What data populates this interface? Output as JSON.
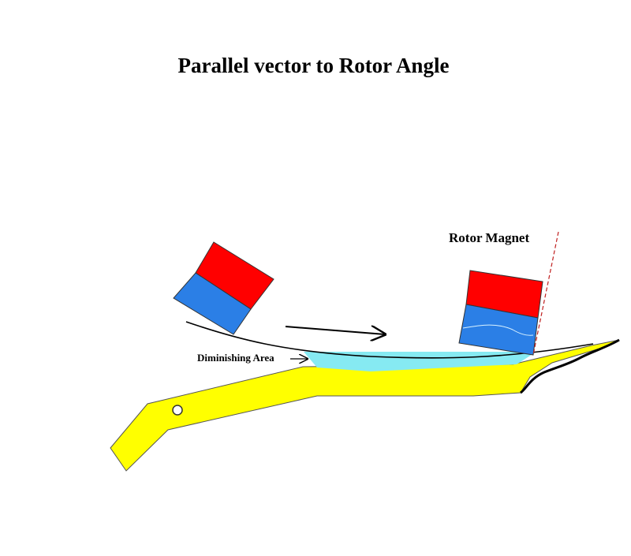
{
  "title": "Parallel vector to Rotor Angle",
  "labels": {
    "rotor_magnet": "Rotor Magnet",
    "diminishing_area": "Diminishing Area"
  },
  "colors": {
    "magnet_north": "#ff0000",
    "magnet_south": "#2b7fe6",
    "stator_track": "#ffff00",
    "diminishing_area": "#86eaf2",
    "rotor_angle_line": "#c02020"
  },
  "icons": {
    "direction": "right-arrow",
    "pivot": "pivot-hole-circle"
  }
}
